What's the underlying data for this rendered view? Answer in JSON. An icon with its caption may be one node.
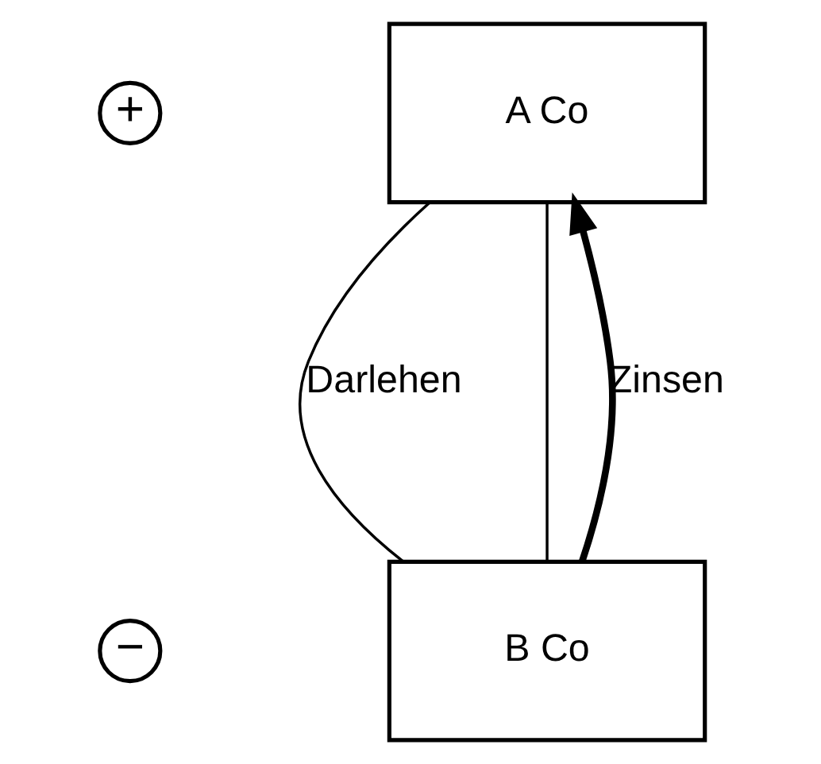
{
  "diagram": {
    "nodes": [
      {
        "text": [
          "+"
        ]
      },
      {
        "text": [
          "A Co"
        ]
      },
      {
        "text": [
          "−"
        ]
      },
      {
        "text": [
          "B Co"
        ]
      }
    ],
    "edges": [
      {
        "from": 1,
        "to": 3,
        "arrow": "none",
        "label": "Darlehen"
      },
      {
        "from": 1,
        "to": 3,
        "arrow": "none"
      },
      {
        "from": 3,
        "to": 1,
        "arrow": "to",
        "label": "Zinsen",
        "style": "thick"
      }
    ]
  }
}
